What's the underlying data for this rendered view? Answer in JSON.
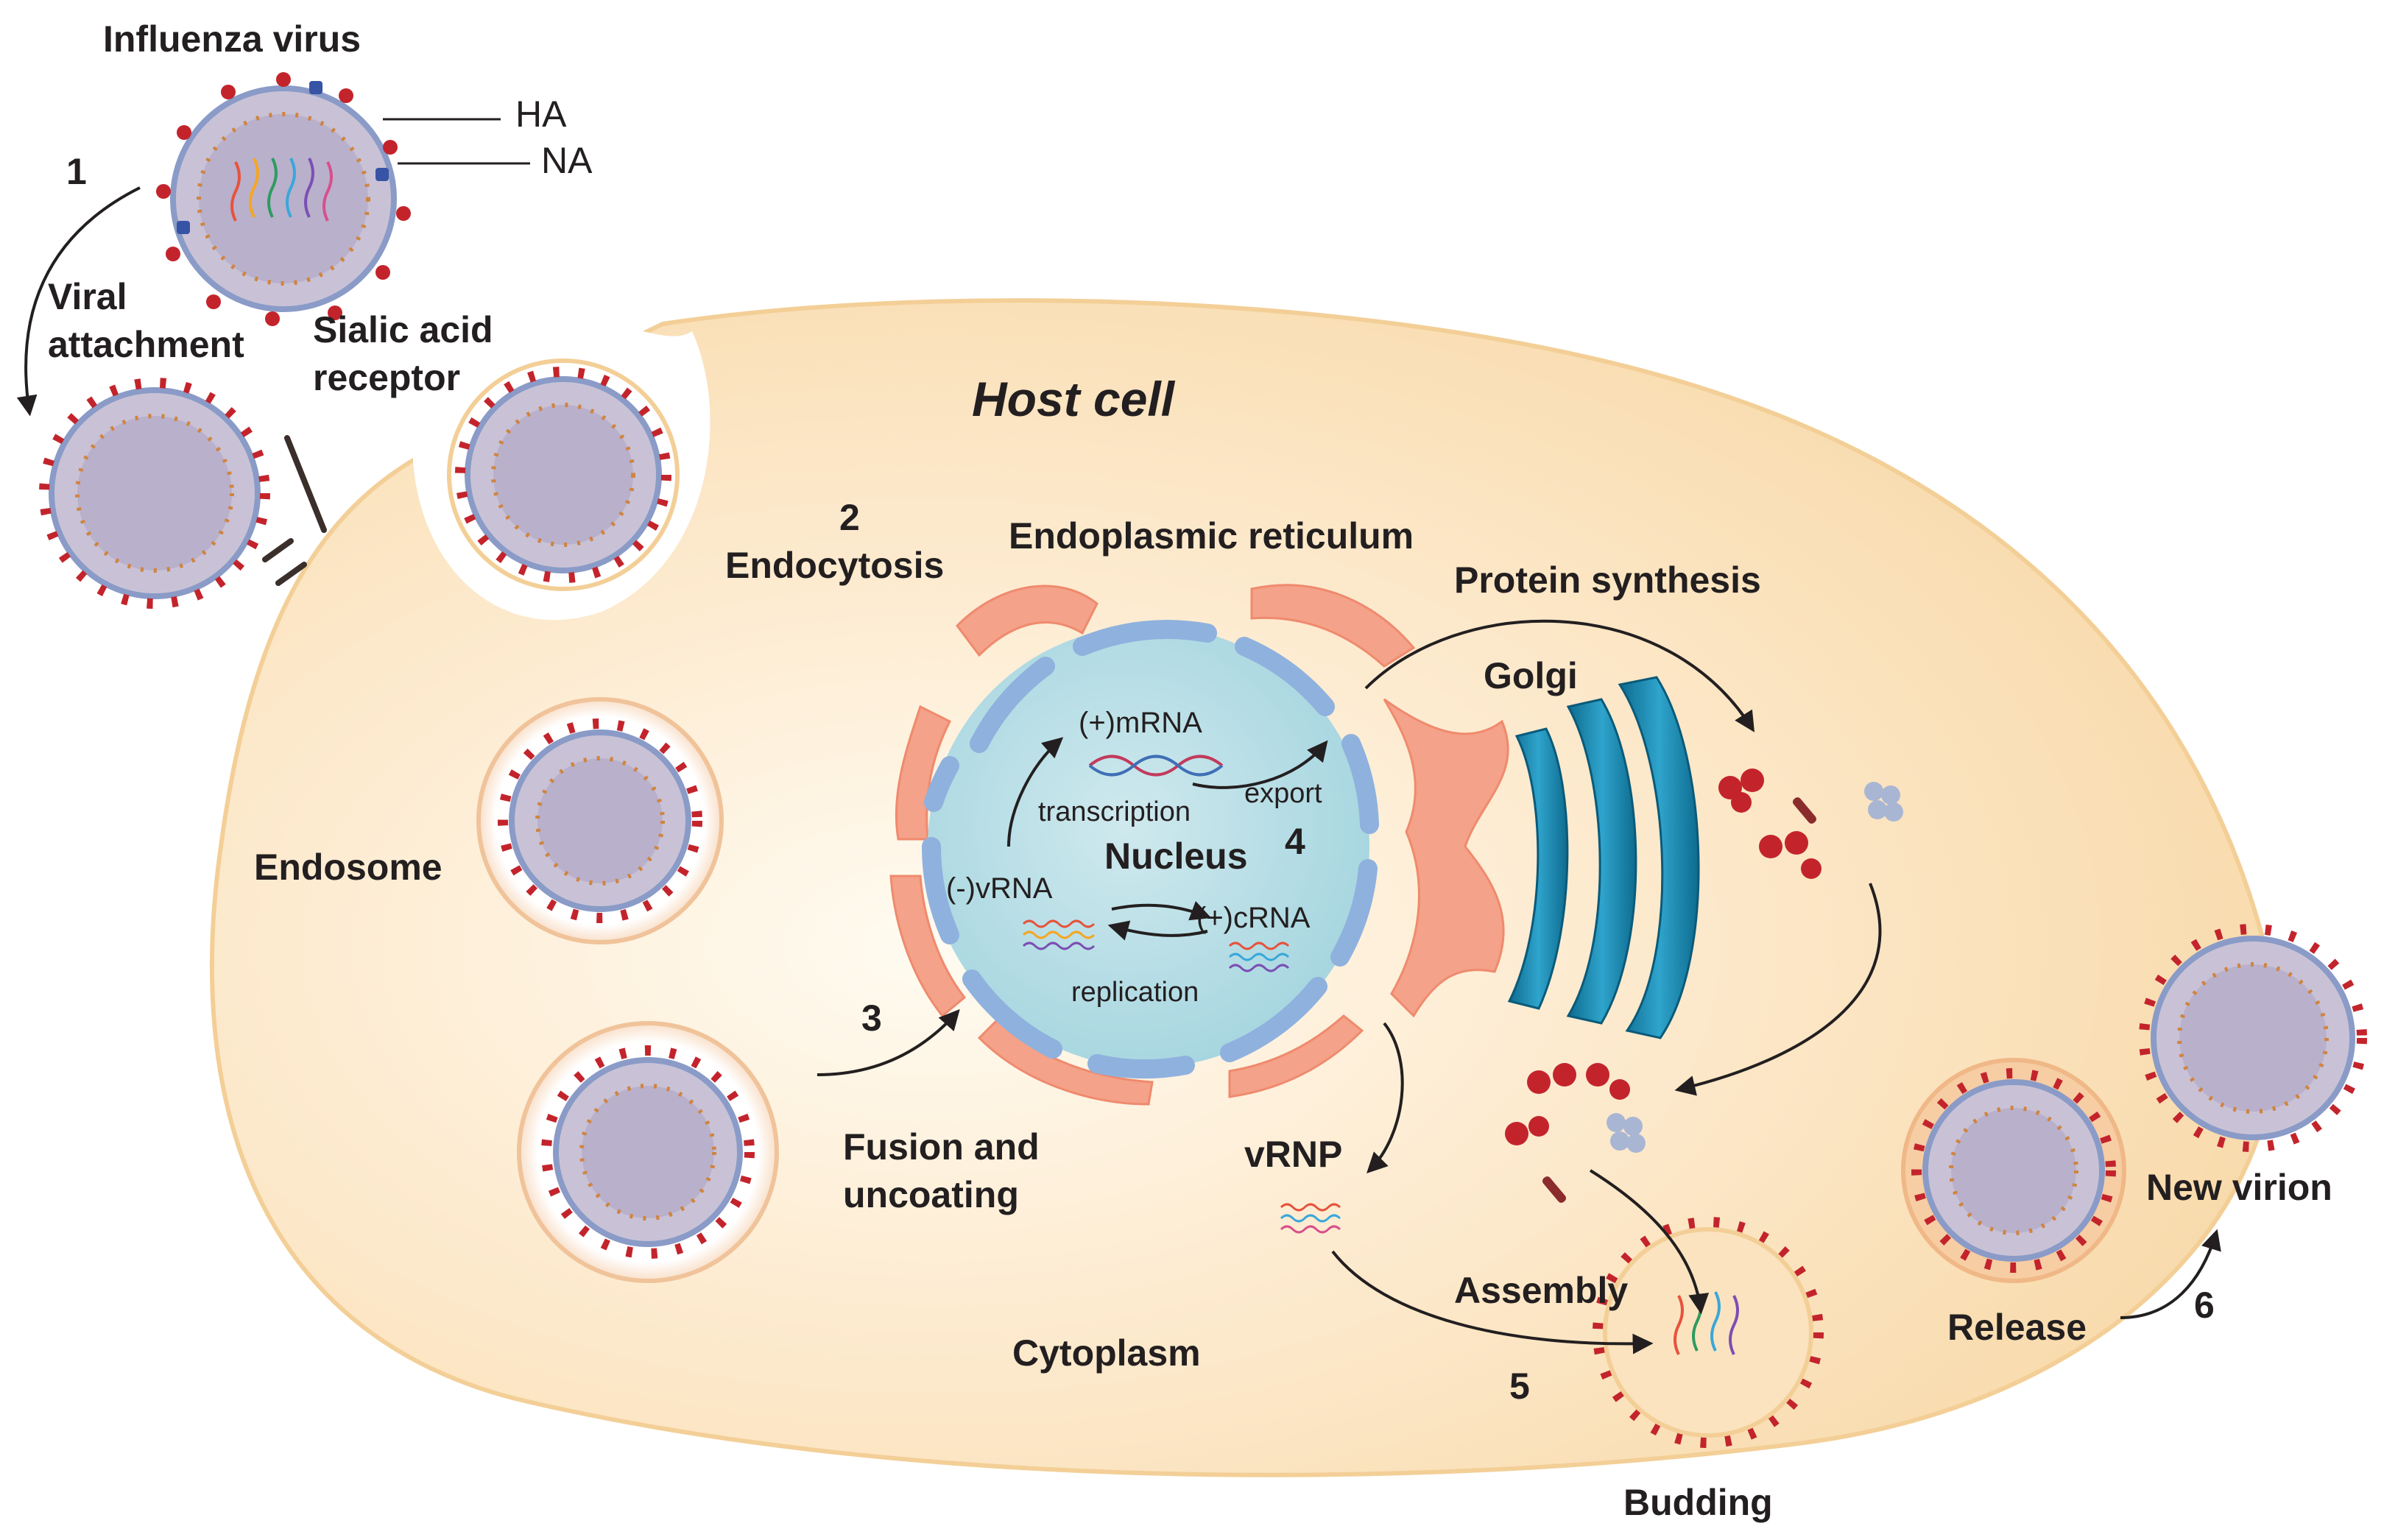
{
  "labels": {
    "influenza_virus": "Influenza virus",
    "ha": "HA",
    "na": "NA",
    "host_cell": "Host cell",
    "viral_attachment_1": "Viral",
    "viral_attachment_2": "attachment",
    "sialic_acid_1": "Sialic acid",
    "sialic_acid_2": "receptor",
    "endocytosis": "Endocytosis",
    "endoplasmic_reticulum": "Endoplasmic reticulum",
    "protein_synthesis": "Protein synthesis",
    "golgi": "Golgi",
    "mrna": "(+)mRNA",
    "transcription": "transcription",
    "export": "export",
    "nucleus": "Nucleus",
    "vrna": "(-)vRNA",
    "crna": "(+)cRNA",
    "replication": "replication",
    "endosome": "Endosome",
    "fusion_1": "Fusion and",
    "fusion_2": "uncoating",
    "vrnp": "vRNP",
    "assembly": "Assembly",
    "cytoplasm": "Cytoplasm",
    "budding": "Budding",
    "release": "Release",
    "new_virion": "New virion"
  },
  "steps": {
    "s1": "1",
    "s2": "2",
    "s3": "3",
    "s4": "4",
    "s5": "5",
    "s6": "6"
  },
  "colors": {
    "cell_fill": "#fbe3bf",
    "cell_stroke": "#f3cf97",
    "nucleus": "#b4dde6",
    "nuclear_envelope": "#8fb1de",
    "er": "#f4a289",
    "golgi": "#1f8fb4",
    "virion_body": "#c9c2d6",
    "ha_spike": "#c3242c",
    "na_spike": "#3753a5",
    "membrane_dots": "#d0843f"
  },
  "icons": [
    "ha-spike-icon",
    "na-tetramer-icon",
    "vrnp-helix-icon",
    "sialic-receptor-icon",
    "rna-strand-icon",
    "dna-helix-icon"
  ]
}
